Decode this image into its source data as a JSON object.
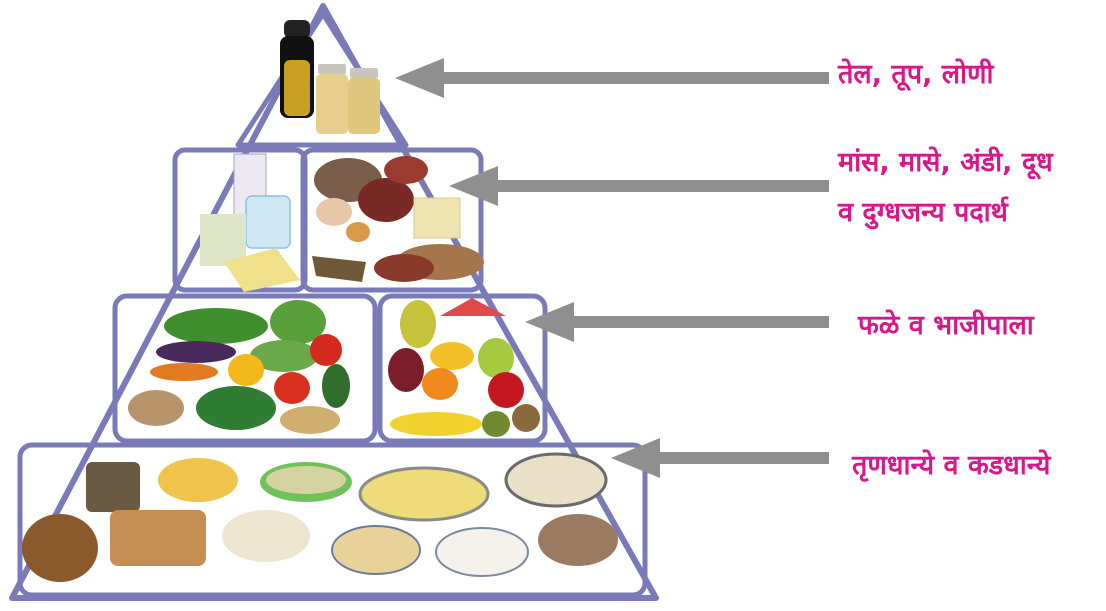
{
  "colors": {
    "label": "#d6198a",
    "arrow": "#8f8f8f",
    "pyramid_outline": "#7a7ab8"
  },
  "levels": [
    {
      "label_lines": [
        "तेल, तूप, लोणी"
      ],
      "foods": [
        "oil-bottle",
        "ghee-jars"
      ]
    },
    {
      "label_lines": [
        "मांस, मासे, अंडी, दूध",
        "व दुग्धजन्य पदार्थ"
      ],
      "foods": [
        "milk-carton",
        "water-glass",
        "cheese",
        "fish",
        "chicken",
        "meat",
        "egg",
        "lentils"
      ]
    },
    {
      "label_lines": [
        "फळे व भाजीपाला"
      ],
      "foods": [
        "leafy-greens",
        "eggplant",
        "capsicum",
        "tomato",
        "carrot",
        "pear",
        "watermelon",
        "grapes",
        "orange",
        "apple",
        "banana",
        "kiwi"
      ]
    },
    {
      "label_lines": [
        "तृणधान्ये व कडधान्ये"
      ],
      "foods": [
        "bread-loaf",
        "bread-slices",
        "corn-bowl",
        "porridge-bowl",
        "rice-bowl",
        "pasta-plate",
        "noodles-bowl",
        "beans-bowl"
      ]
    }
  ]
}
